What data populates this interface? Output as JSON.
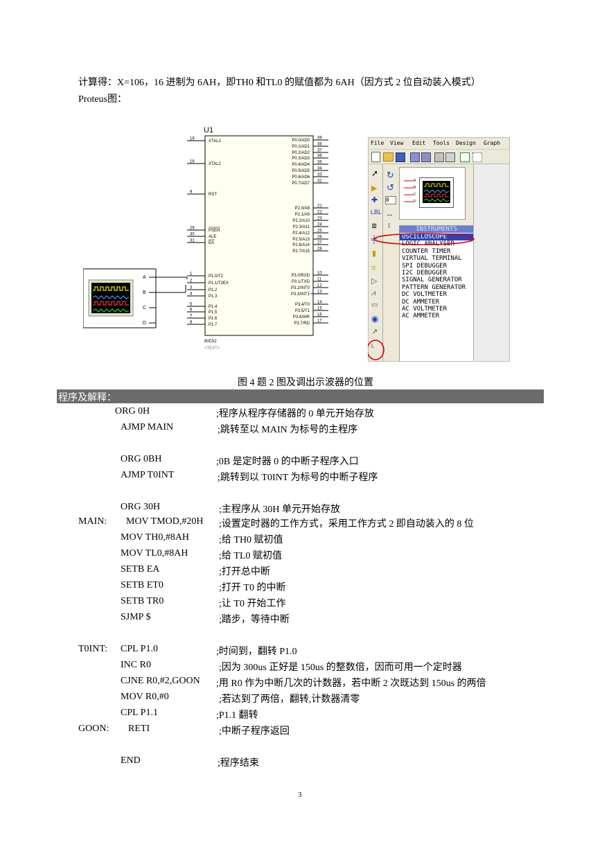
{
  "text": {
    "calc_line": "计算得：X=106，16 进制为 6AH，即TH0 和TL0 的赋值都为 6AH（因方式 2 位自动装入模式）",
    "proteus_line": "Proteus图：",
    "figure_caption": "图 4  题 2 图及调出示波器的位置",
    "section_title": "程序及解释：",
    "page_number": "3"
  },
  "schematic": {
    "chip_ref": "U1",
    "chip_part": "80C52",
    "chip_text": "<TEXT>",
    "scope_channels": [
      "A",
      "B",
      "C",
      "D"
    ],
    "left_pins": [
      {
        "num": "19",
        "name": "XTAL1"
      },
      {
        "num": "18",
        "name": "XTAL2"
      },
      {
        "num": "9",
        "name": "RST"
      },
      {
        "num": "29",
        "name": "PSEN"
      },
      {
        "num": "30",
        "name": "ALE"
      },
      {
        "num": "31",
        "name": "EA"
      },
      {
        "num": "1",
        "name": "P1.0/T2"
      },
      {
        "num": "2",
        "name": "P1.1/T2EX"
      },
      {
        "num": "3",
        "name": "P1.2"
      },
      {
        "num": "4",
        "name": "P1.3"
      },
      {
        "num": "5",
        "name": "P1.4"
      },
      {
        "num": "6",
        "name": "P1.5"
      },
      {
        "num": "7",
        "name": "P1.6"
      },
      {
        "num": "8",
        "name": "P1.7"
      }
    ],
    "right_pins": [
      {
        "num": "39",
        "name": "P0.0/AD0"
      },
      {
        "num": "38",
        "name": "P0.1/AD1"
      },
      {
        "num": "37",
        "name": "P0.2/AD2"
      },
      {
        "num": "36",
        "name": "P0.3/AD3"
      },
      {
        "num": "35",
        "name": "P0.4/AD4"
      },
      {
        "num": "34",
        "name": "P0.5/AD5"
      },
      {
        "num": "33",
        "name": "P0.6/AD6"
      },
      {
        "num": "32",
        "name": "P0.7/AD7"
      },
      {
        "num": "21",
        "name": "P2.0/A8"
      },
      {
        "num": "22",
        "name": "P2.1/A9"
      },
      {
        "num": "23",
        "name": "P2.2/A10"
      },
      {
        "num": "24",
        "name": "P2.3/A11"
      },
      {
        "num": "25",
        "name": "P2.4/A12"
      },
      {
        "num": "26",
        "name": "P2.5/A13"
      },
      {
        "num": "27",
        "name": "P2.6/A14"
      },
      {
        "num": "28",
        "name": "P2.7/A15"
      },
      {
        "num": "10",
        "name": "P3.0/RXD"
      },
      {
        "num": "11",
        "name": "P3.1/TXD"
      },
      {
        "num": "12",
        "name": "P3.2/INT0"
      },
      {
        "num": "13",
        "name": "P3.3/INT1"
      },
      {
        "num": "14",
        "name": "P3.4/T0"
      },
      {
        "num": "15",
        "name": "P3.5/T1"
      },
      {
        "num": "16",
        "name": "P3.6/WR"
      },
      {
        "num": "17",
        "name": "P3.7/RD"
      }
    ]
  },
  "proteus_ui": {
    "menu": [
      "File",
      "View",
      "Edit",
      "Tools",
      "Design",
      "Graph"
    ],
    "rotation_value": "0",
    "panel_header": "INSTRUMENTS",
    "scope_channels": [
      "A",
      "B",
      "C",
      "D"
    ],
    "instruments": [
      "OSCILLOSCOPE",
      "LOGIC ANALYSER",
      "COUNTER TIMER",
      "VIRTUAL TERMINAL",
      "SPI DEBUGGER",
      "I2C DEBUGGER",
      "SIGNAL GENERATOR",
      "PATTERN GENERATOR",
      "DC VOLTMETER",
      "DC AMMETER",
      "AC VOLTMETER",
      "AC AMMETER"
    ],
    "selected_index": 0
  },
  "code": [
    {
      "label": "",
      "instr": "ORG  0H",
      "comment": ";程序从程序存储器的 0 单元开始存放"
    },
    {
      "label": "",
      "instr": "AJMP  MAIN",
      "comment": ";跳转至以 MAIN 为标号的主程序"
    },
    {
      "label": "",
      "instr": "ORG  0BH",
      "comment": ";0B 是定时器 0 的中断子程序入口"
    },
    {
      "label": "",
      "instr": "AJMP  T0INT",
      "comment": ";跳转到以 T0INT 为标号的中断子程序"
    },
    {
      "label": "",
      "instr": "ORG  30H",
      "comment": ";主程序从 30H 单元开始存放"
    },
    {
      "label": "MAIN:",
      "instr": "MOV  TMOD,#20H",
      "comment": ";设置定时器的工作方式，采用工作方式 2 即自动装入的 8 位"
    },
    {
      "label": "",
      "instr": "MOV  TH0,#8AH",
      "comment": ";给 TH0 赋初值"
    },
    {
      "label": "",
      "instr": "MOV  TL0,#8AH",
      "comment": ";给 TL0 赋初值"
    },
    {
      "label": "",
      "instr": "SETB  EA",
      "comment": ";打开总中断"
    },
    {
      "label": "",
      "instr": "SETB  ET0",
      "comment": ";打开 T0 的中断"
    },
    {
      "label": "",
      "instr": "SETB  TR0",
      "comment": ";让 T0 开始工作"
    },
    {
      "label": "",
      "instr": "SJMP  $",
      "comment": ";踏步，等待中断"
    },
    {
      "label": "T0INT:",
      "instr": "CPL  P1.0",
      "comment": ";时间到，翻转 P1.0"
    },
    {
      "label": "",
      "instr": "INC  R0",
      "comment": ";因为 300us 正好是 150us 的整数倍，因而可用一个定时器"
    },
    {
      "label": "",
      "instr": "CJNE  R0,#2,GOON",
      "comment": ";用 R0 作为中断几次的计数器，若中断 2 次既达到 150us 的两倍"
    },
    {
      "label": "",
      "instr": "MOV  R0,#0",
      "comment": ";若达到了两倍，翻转,计数器清零"
    },
    {
      "label": "",
      "instr": "CPL  P1.1",
      "comment": ";P1.1 翻转"
    },
    {
      "label": "GOON:",
      "instr": "RETI",
      "comment": ";中断子程序返回"
    },
    {
      "label": "",
      "instr": "END",
      "comment": ";程序结束"
    }
  ]
}
